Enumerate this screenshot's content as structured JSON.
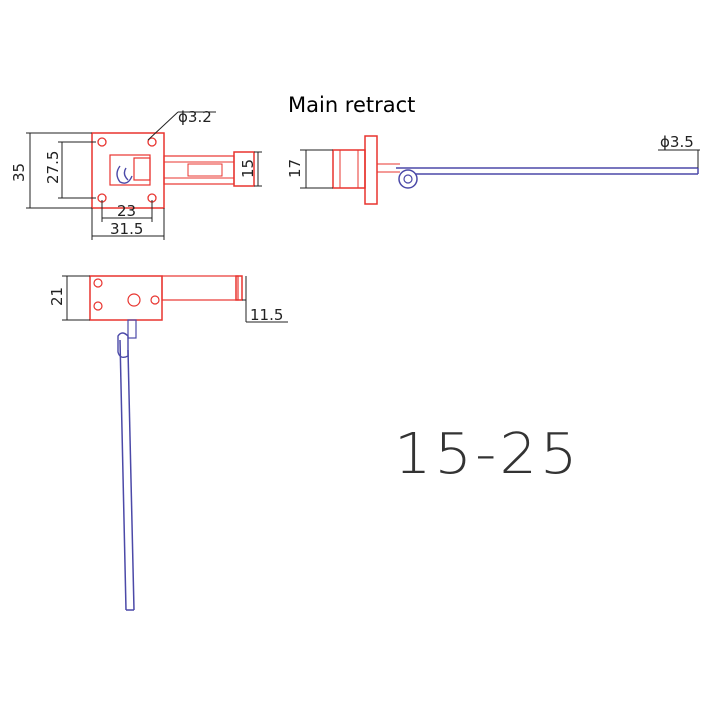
{
  "title": "Main retract",
  "model": "15-25",
  "dimensions": {
    "hole_diameter": "ϕ3.2",
    "wire_diameter": "ϕ3.5",
    "mount_height": "35",
    "mount_inner_height": "27.5",
    "hole_spacing": "23",
    "mount_width": "31.5",
    "cylinder_height": "15",
    "side_height": "17",
    "body_height": "21",
    "offset": "11.5"
  },
  "colors": {
    "part_red": "#e8342f",
    "wire_blue": "#4b49a8",
    "dim_line": "#222222"
  }
}
